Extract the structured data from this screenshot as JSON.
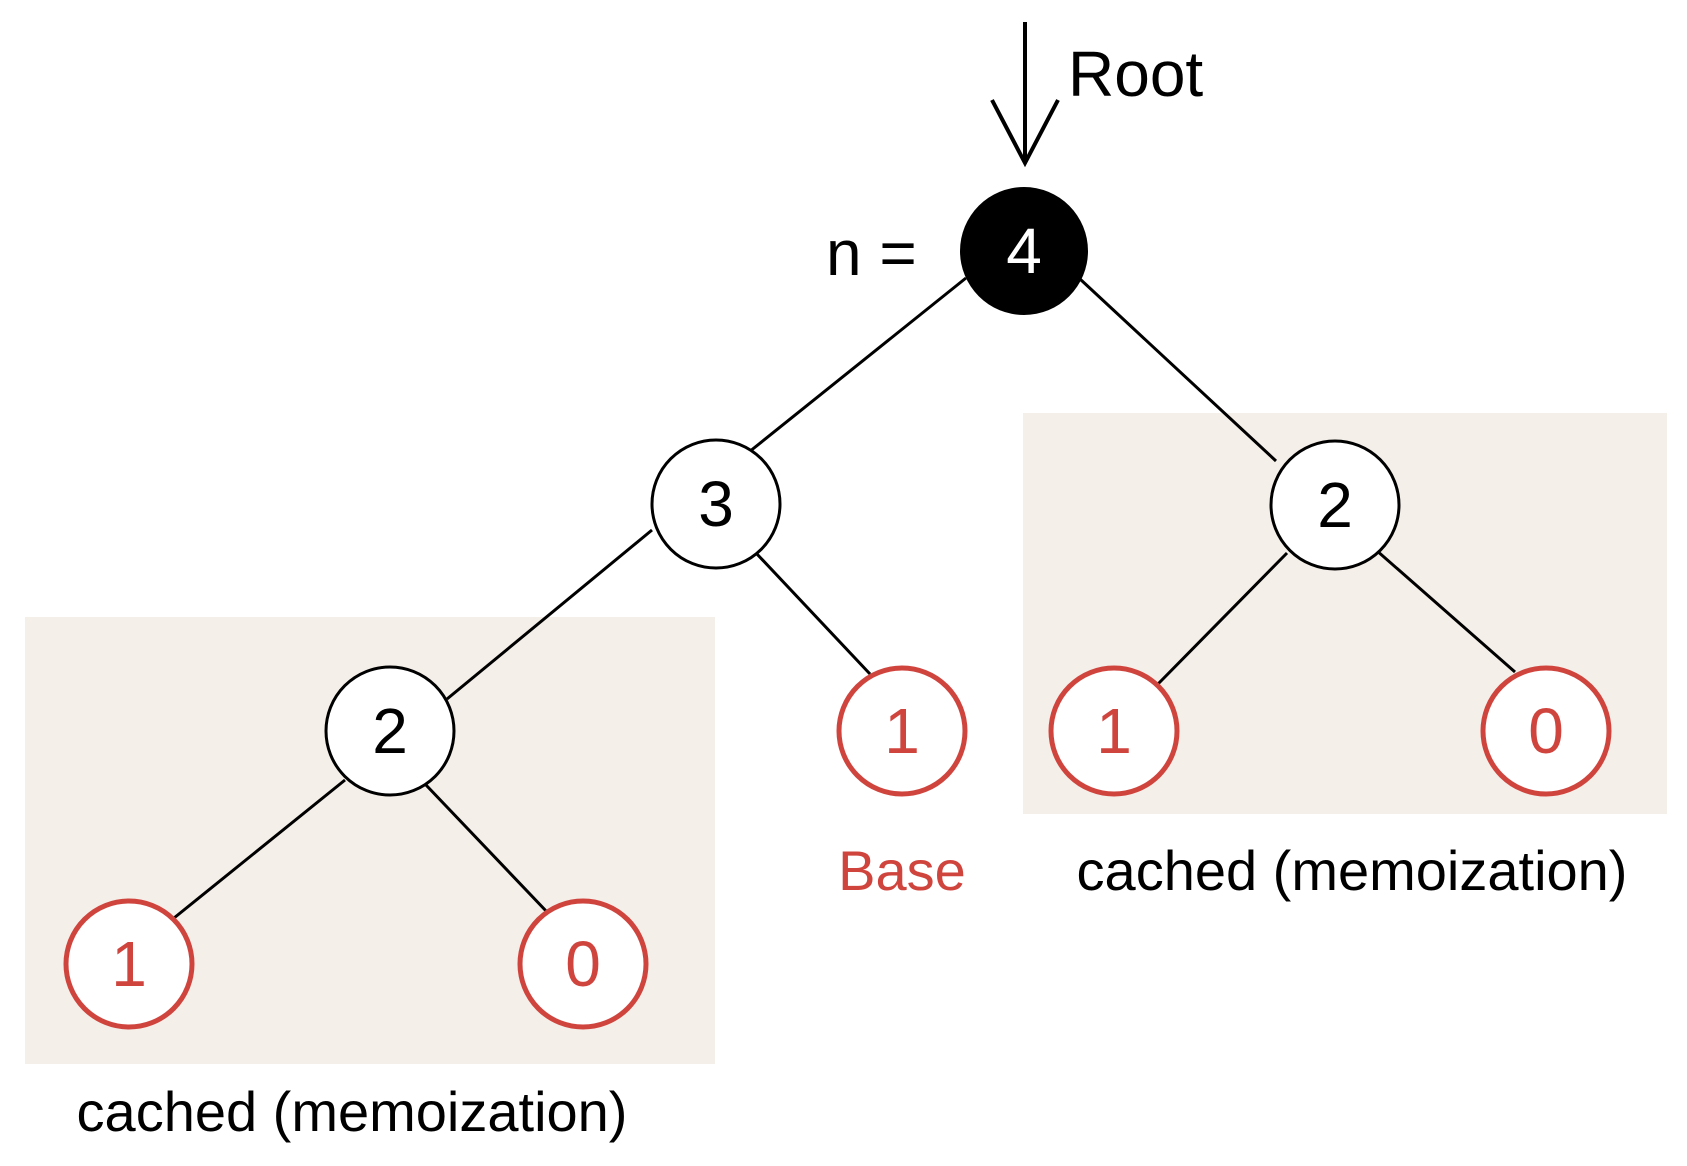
{
  "root_label": "Root",
  "n_label": "n =",
  "nodes": {
    "root": "4",
    "l1_left": "3",
    "l1_right": "2",
    "l2_left": "2",
    "l2_mid": "1",
    "l2_right_a": "1",
    "l2_right_b": "0",
    "l3_left_a": "1",
    "l3_left_b": "0"
  },
  "labels": {
    "base": "Base",
    "cached_right": "cached (memoization)",
    "cached_left": "cached (memoization)"
  },
  "colors": {
    "base_red": "#d0443e",
    "cache_box": "#f5efe9",
    "root_fill": "#000000",
    "node_stroke": "#000000",
    "text_black": "#000000"
  }
}
